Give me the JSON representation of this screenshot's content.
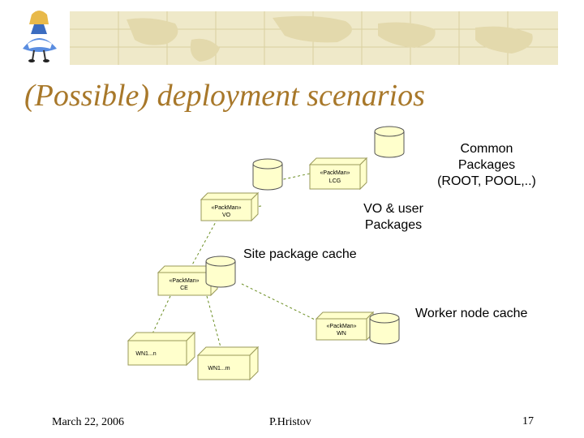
{
  "slide": {
    "title": "(Possible) deployment scenarios",
    "labels": {
      "common_line1": "Common",
      "common_line2": "Packages",
      "common_line3": "(ROOT, POOL,..)",
      "vo_line1": "VO & user",
      "vo_line2": "Packages",
      "site_cache": "Site package cache",
      "worker_cache": "Worker node cache"
    },
    "footer": {
      "date": "March 22, 2006",
      "author": "P.Hristov",
      "page": "17"
    }
  },
  "diagram": {
    "nodes": {
      "lcg": {
        "stereotype": "«PackMan»",
        "name": "LCG"
      },
      "vo": {
        "stereotype": "«PackMan»",
        "name": "VO"
      },
      "ce": {
        "stereotype": "«PackMan»",
        "name": "CE"
      },
      "wn": {
        "stereotype": "«PackMan»",
        "name": "WN"
      },
      "wn1": {
        "name": "WN1...n"
      },
      "wn2": {
        "name": "WN1...m"
      }
    }
  },
  "colors": {
    "title": "#a8782a",
    "node_fill": "#ffffcc",
    "node_stroke": "#9a9a5a",
    "banner": "#efe9c9",
    "edge": "#6b8e23"
  }
}
